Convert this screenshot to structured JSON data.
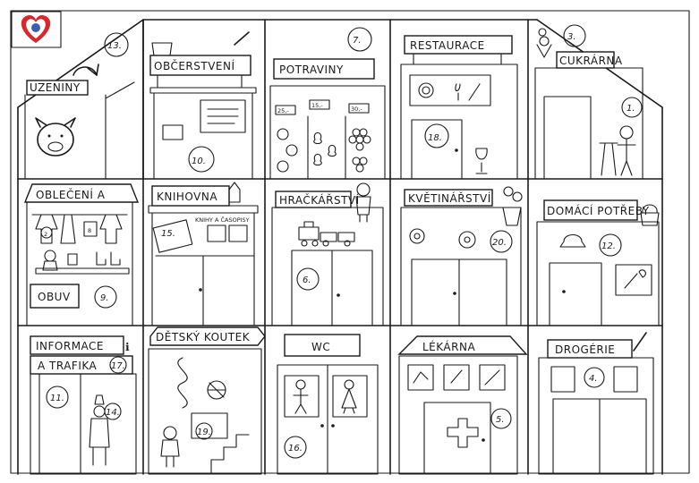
{
  "colors": {
    "ink": "#1a1a1a",
    "logo_blue": "#3a5fae",
    "logo_red": "#d8282e"
  },
  "logo": {
    "icon": "heart-logo-icon"
  },
  "shops": {
    "uzeniny": {
      "label": "UZENINY",
      "number": "13."
    },
    "obcerstveni": {
      "label": "OBČERSTVENÍ",
      "number": "10."
    },
    "potraviny": {
      "label": "POTRAVINY",
      "number": "7.",
      "prices": [
        "25,-",
        "15,-",
        "30,-"
      ]
    },
    "restaurace": {
      "label": "RESTAURACE",
      "number": "18."
    },
    "cukrarna": {
      "label": "CUKRÁRNA",
      "number": "3.",
      "number2": "1."
    },
    "obleceni": {
      "label": "OBLEČENÍ A",
      "label2": "OBUV",
      "number": "9.",
      "tag1": "2",
      "tag2": "8"
    },
    "knihovna": {
      "label": "KNIHOVNA",
      "number": "15.",
      "subsign": "KNIHY A ČASOPISY"
    },
    "hrackarstvi": {
      "label": "HRAČKÁŘSTVÍ",
      "number": "6."
    },
    "kvetinarstvi": {
      "label": "KVĚTINÁŘSTVÍ",
      "number": "20."
    },
    "domaci": {
      "label": "DOMÁCÍ POTŘEBY",
      "number": "12."
    },
    "informace": {
      "label": "INFORMACE",
      "label2": "A TRAFIKA",
      "number": "17.",
      "number2": "11.",
      "number3": "14."
    },
    "detsky": {
      "label": "DĚTSKÝ KOUTEK",
      "number": "19."
    },
    "wc": {
      "label": "WC",
      "number": "16."
    },
    "lekarna": {
      "label": "LÉKÁRNA",
      "number": "5."
    },
    "drogerie": {
      "label": "DROGÉRIE",
      "number": "4."
    }
  }
}
